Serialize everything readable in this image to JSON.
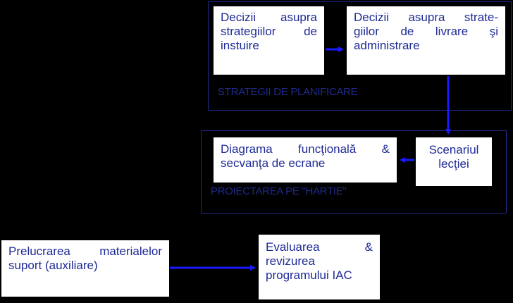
{
  "colors": {
    "background": "#000000",
    "box_fill": "#ffffff",
    "text": "#1e2a96",
    "arrow": "#1a1aff",
    "frame": "#1f2a8a"
  },
  "groups": {
    "planning": {
      "label": "STRATEGII DE PLANIFICARE"
    },
    "paper": {
      "label": "PROIECTAREA PE \"HARTIE\""
    }
  },
  "nodes": {
    "instruction_strategies": {
      "lines": [
        "Decizii asupra",
        "strategiilor de",
        "instuire"
      ]
    },
    "delivery_strategies": {
      "lines": [
        "Decizii asupra strate-",
        "giilor de livrare şi",
        "administrare"
      ]
    },
    "lesson_scenario": {
      "lines": [
        "Scenariul",
        "lecţiei"
      ]
    },
    "functional_diagram": {
      "lines": [
        "Diagrama funcţională &",
        "secvanţa de ecrane"
      ]
    },
    "support_materials": {
      "lines": [
        "Prelucrarea materialelor",
        "suport (auxiliare)"
      ]
    },
    "evaluation": {
      "lines": [
        "Evaluarea &",
        "revizurea",
        "programului IAC"
      ]
    }
  }
}
